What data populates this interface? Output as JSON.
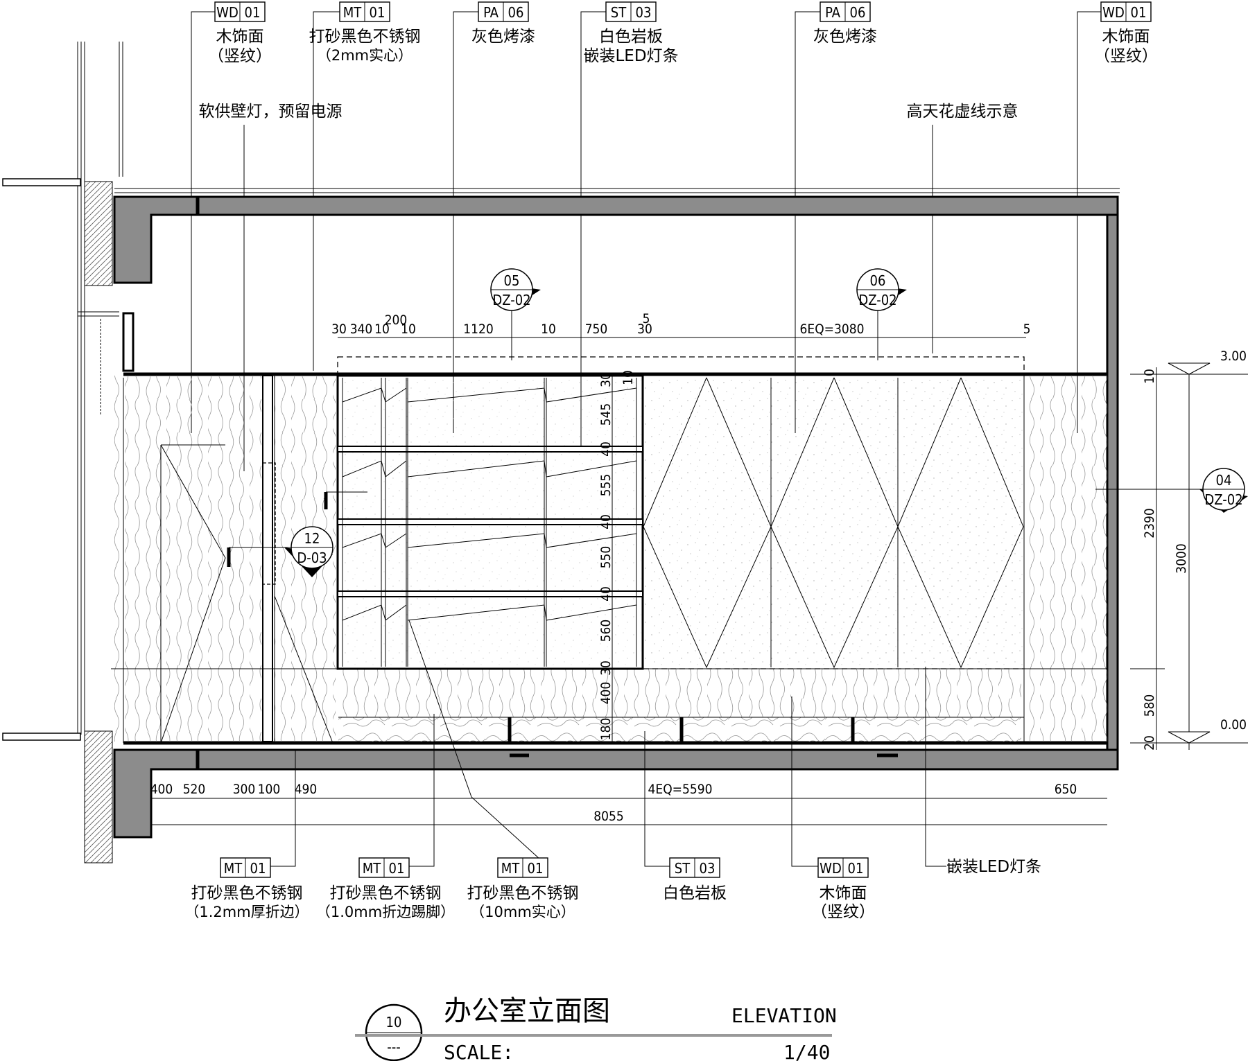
{
  "top_tags": [
    {
      "code": "WD",
      "num": "01",
      "line1": "木饰面",
      "line2": "（竖纹）"
    },
    {
      "code": "MT",
      "num": "01",
      "line1": "打砂黑色不锈钢",
      "line2": "（2mm实心）"
    },
    {
      "code": "PA",
      "num": "06",
      "line1": "灰色烤漆",
      "line2": ""
    },
    {
      "code": "ST",
      "num": "03",
      "line1": "白色岩板",
      "line2": "嵌装LED灯条"
    },
    {
      "code": "PA",
      "num": "06",
      "line1": "灰色烤漆",
      "line2": ""
    },
    {
      "code": "WD",
      "num": "01",
      "line1": "木饰面",
      "line2": "（竖纹）"
    }
  ],
  "notes": {
    "wall_lamp": "软供壁灯，预留电源",
    "ceiling": "高天花虚线示意",
    "led_strip": "嵌装LED灯条"
  },
  "bottom_tags": [
    {
      "code": "MT",
      "num": "01",
      "line1": "打砂黑色不锈钢",
      "line2": "（1.2mm厚折边）"
    },
    {
      "code": "MT",
      "num": "01",
      "line1": "打砂黑色不锈钢",
      "line2": "（1.0mm折边踢脚）"
    },
    {
      "code": "MT",
      "num": "01",
      "line1": "打砂黑色不锈钢",
      "line2": "（10mm实心）"
    },
    {
      "code": "ST",
      "num": "03",
      "line1": "白色岩板",
      "line2": ""
    },
    {
      "code": "WD",
      "num": "01",
      "line1": "木饰面",
      "line2": "（竖纹）"
    }
  ],
  "section_marks": [
    {
      "num": "05",
      "ref": "DZ-02"
    },
    {
      "num": "06",
      "ref": "DZ-02"
    },
    {
      "num": "12",
      "ref": "D-03"
    },
    {
      "num": "04",
      "ref": "DZ-02"
    }
  ],
  "top_dims": [
    "30",
    "340",
    "10",
    "200",
    "10",
    "1120",
    "10",
    "750",
    "5",
    "30",
    "6EQ=3080",
    "5"
  ],
  "shelf_dims": [
    "30",
    "10",
    "545",
    "40",
    "555",
    "40",
    "550",
    "40",
    "560",
    "30",
    "400",
    "180"
  ],
  "right_dims": [
    "10",
    "2390",
    "3000",
    "580",
    "20"
  ],
  "levels": [
    "3.00",
    "0.00"
  ],
  "bottom_dims": [
    "400",
    "520",
    "300",
    "100",
    "490",
    "4EQ=5590",
    "650"
  ],
  "total_dim": "8055",
  "title": {
    "num": "10",
    "sub": "---",
    "cn": "办公室立面图",
    "en": "ELEVATION",
    "scale_label": "SCALE:",
    "scale": "1/40"
  }
}
